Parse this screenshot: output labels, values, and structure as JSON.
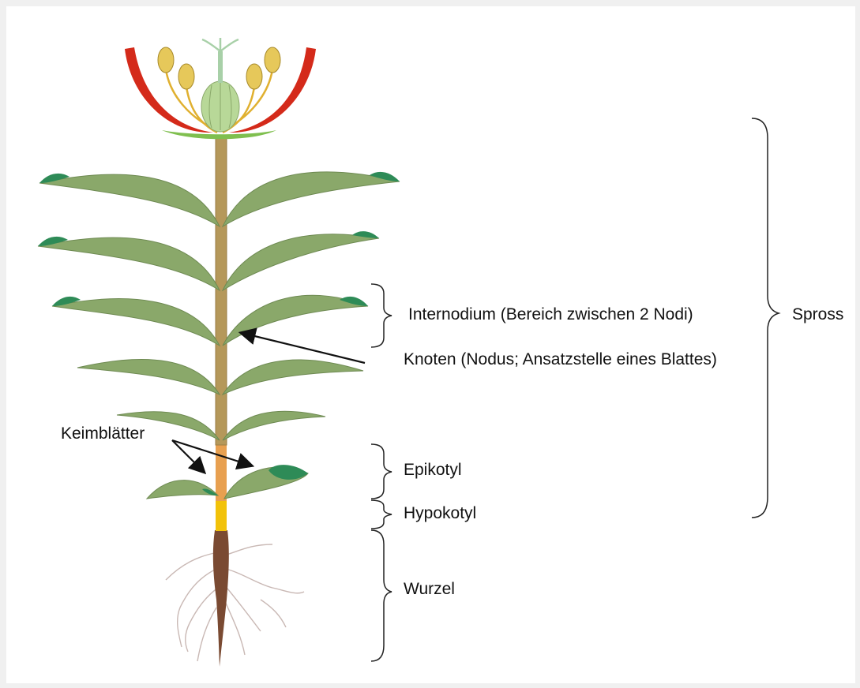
{
  "labels": {
    "keimblaetter": "Keimblätter",
    "internodium": "Internodium (Bereich zwischen 2 Nodi)",
    "knoten": "Knoten (Nodus; Ansatzstelle eines Blattes)",
    "epikotyl": "Epikotyl",
    "hypokotyl": "Hypokotyl",
    "wurzel": "Wurzel",
    "spross": "Spross"
  },
  "colors": {
    "background": "#f0f0f0",
    "panel": "#ffffff",
    "leaf": "#8aa86a",
    "leaf_tip": "#2e8b57",
    "stem": "#b5985a",
    "epicotyl": "#e8a050",
    "hypocotyl": "#f2c20a",
    "root": "#7a4a32",
    "petal": "#d42a1a",
    "stamen": "#e0c050",
    "ovary": "#b8d898"
  }
}
